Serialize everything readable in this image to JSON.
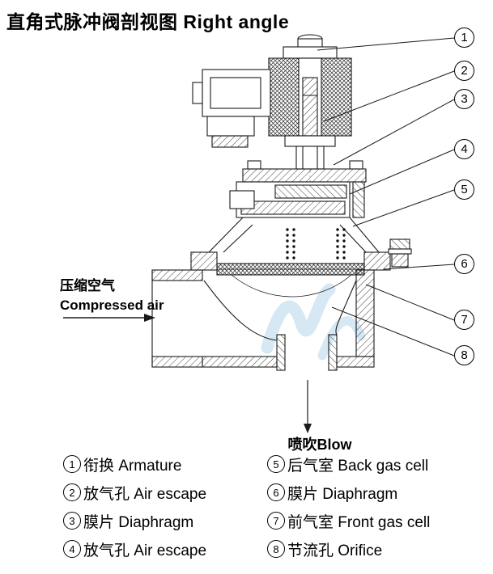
{
  "title": "直角式脉冲阀剖视图 Right angle",
  "labels": {
    "inlet_cn": "压缩空气",
    "inlet_en": "Compressed air",
    "outlet": "喷吹Blow"
  },
  "callouts": [
    "1",
    "2",
    "3",
    "4",
    "5",
    "6",
    "7",
    "8"
  ],
  "legend": [
    {
      "num": "1",
      "text": "衔换 Armature"
    },
    {
      "num": "2",
      "text": "放气孔 Air escape"
    },
    {
      "num": "3",
      "text": "膜片 Diaphragm"
    },
    {
      "num": "4",
      "text": "放气孔 Air escape"
    },
    {
      "num": "5",
      "text": "后气室 Back gas cell"
    },
    {
      "num": "6",
      "text": "膜片 Diaphragm"
    },
    {
      "num": "7",
      "text": "前气室 Front gas cell"
    },
    {
      "num": "8",
      "text": "节流孔 Orifice"
    }
  ],
  "colors": {
    "line": "#1a1a1a",
    "watermark": "#aed3e8"
  }
}
